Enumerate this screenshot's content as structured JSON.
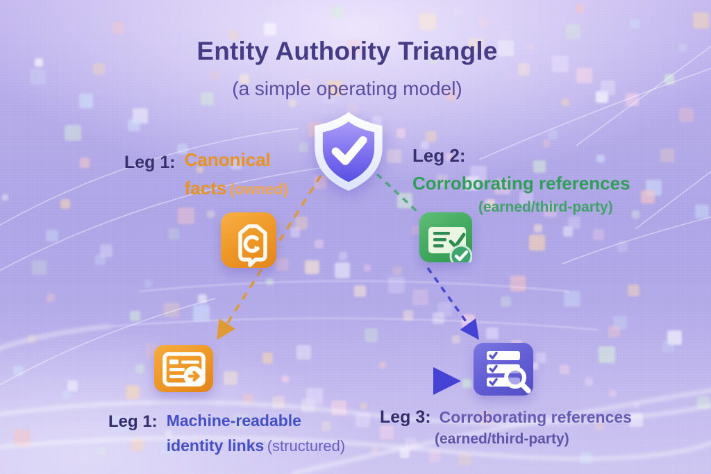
{
  "title": "Entity Authority Triangle",
  "subtitle": "(a simple operating model)",
  "legs": {
    "top_left": {
      "label": "Leg 1:",
      "line1": "Canonical",
      "line2": "facts",
      "qualifier": "(owned)"
    },
    "top_right": {
      "label": "Leg 2:",
      "title": "Corroborating references",
      "qualifier": "(earned/third-party)"
    },
    "bottom_left": {
      "label": "Leg 1:",
      "line1": "Machine-readable",
      "line2": "identity links",
      "qualifier": "(structured)"
    },
    "bottom_right": {
      "label": "Leg 3:",
      "title": "Corroborating references",
      "qualifier": "(earned/third-party)"
    }
  },
  "icons": {
    "center": "shield-check-icon",
    "top_left": "canonical-facts-badge-icon",
    "top_right": "verified-document-icon",
    "bottom_left": "structured-data-card-icon",
    "bottom_right": "checklist-search-icon"
  },
  "colors": {
    "title_text": "#453B86",
    "leg_label_text": "#37306F",
    "orange_text": "#E8921F",
    "orange_qualifier": "#F2A549",
    "green_text": "#2F9E57",
    "green_qualifier": "#3FA368",
    "blue_text": "#4450C8",
    "blue_qualifier": "#6A5FC5",
    "purple_text": "#655BB5",
    "arrow_orange": "#E09A33",
    "arrow_green": "#4FA87C",
    "arrow_blue": "#4549D2",
    "background_base": "#B1A8E8"
  }
}
